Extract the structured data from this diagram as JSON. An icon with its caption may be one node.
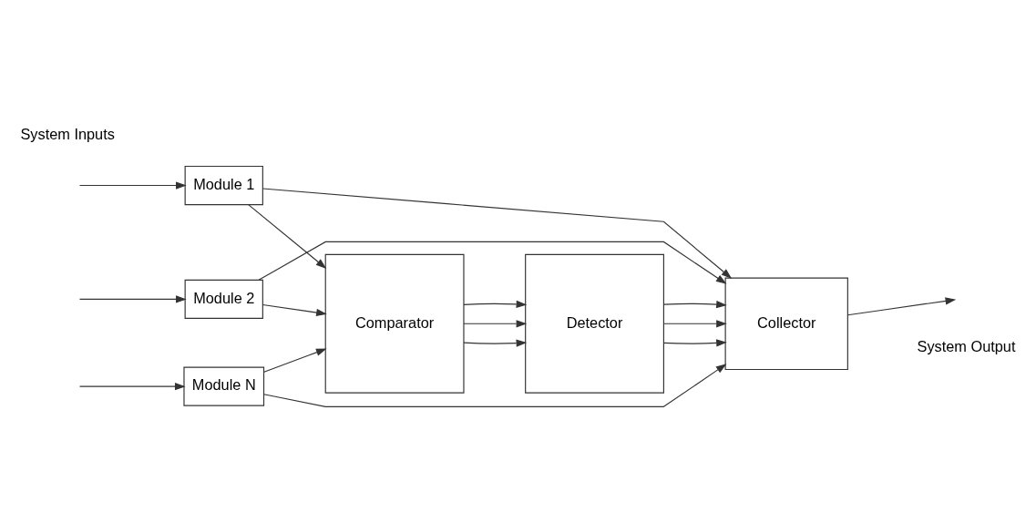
{
  "diagram": {
    "nodes": [
      {
        "text": [
          "Module 1"
        ]
      },
      {
        "text": [
          "Module 2"
        ]
      },
      {
        "text": [
          "Module N"
        ]
      },
      {
        "text": [
          "Collector"
        ]
      },
      {
        "text": [
          "Comparator"
        ]
      },
      {
        "text": [
          "Detector"
        ]
      }
    ],
    "edges": [
      {
        "from": null,
        "to": 0,
        "arrow": "to"
      },
      {
        "from": null,
        "to": 1,
        "arrow": "to"
      },
      {
        "from": null,
        "to": 2,
        "arrow": "to"
      },
      {
        "from": 0,
        "to": 3,
        "arrow": "to"
      },
      {
        "from": 1,
        "to": 3,
        "arrow": "to"
      },
      {
        "from": 2,
        "to": 3,
        "arrow": "to"
      },
      {
        "from": 2,
        "to": 4,
        "arrow": "to"
      },
      {
        "from": 1,
        "to": 4,
        "arrow": "to"
      },
      {
        "from": 0,
        "to": 4,
        "arrow": "to"
      },
      {
        "from": 4,
        "to": 5,
        "arrow": "to"
      },
      {
        "from": 4,
        "to": 5,
        "arrow": "to"
      },
      {
        "from": 4,
        "to": 5,
        "arrow": "to"
      },
      {
        "from": 5,
        "to": 3,
        "arrow": "to"
      },
      {
        "from": 5,
        "to": 3,
        "arrow": "to"
      },
      {
        "from": 5,
        "to": 3,
        "arrow": "to"
      },
      {
        "from": 3,
        "to": null,
        "arrow": "to"
      }
    ],
    "labels": [
      "System Inputs",
      "System Output"
    ]
  }
}
